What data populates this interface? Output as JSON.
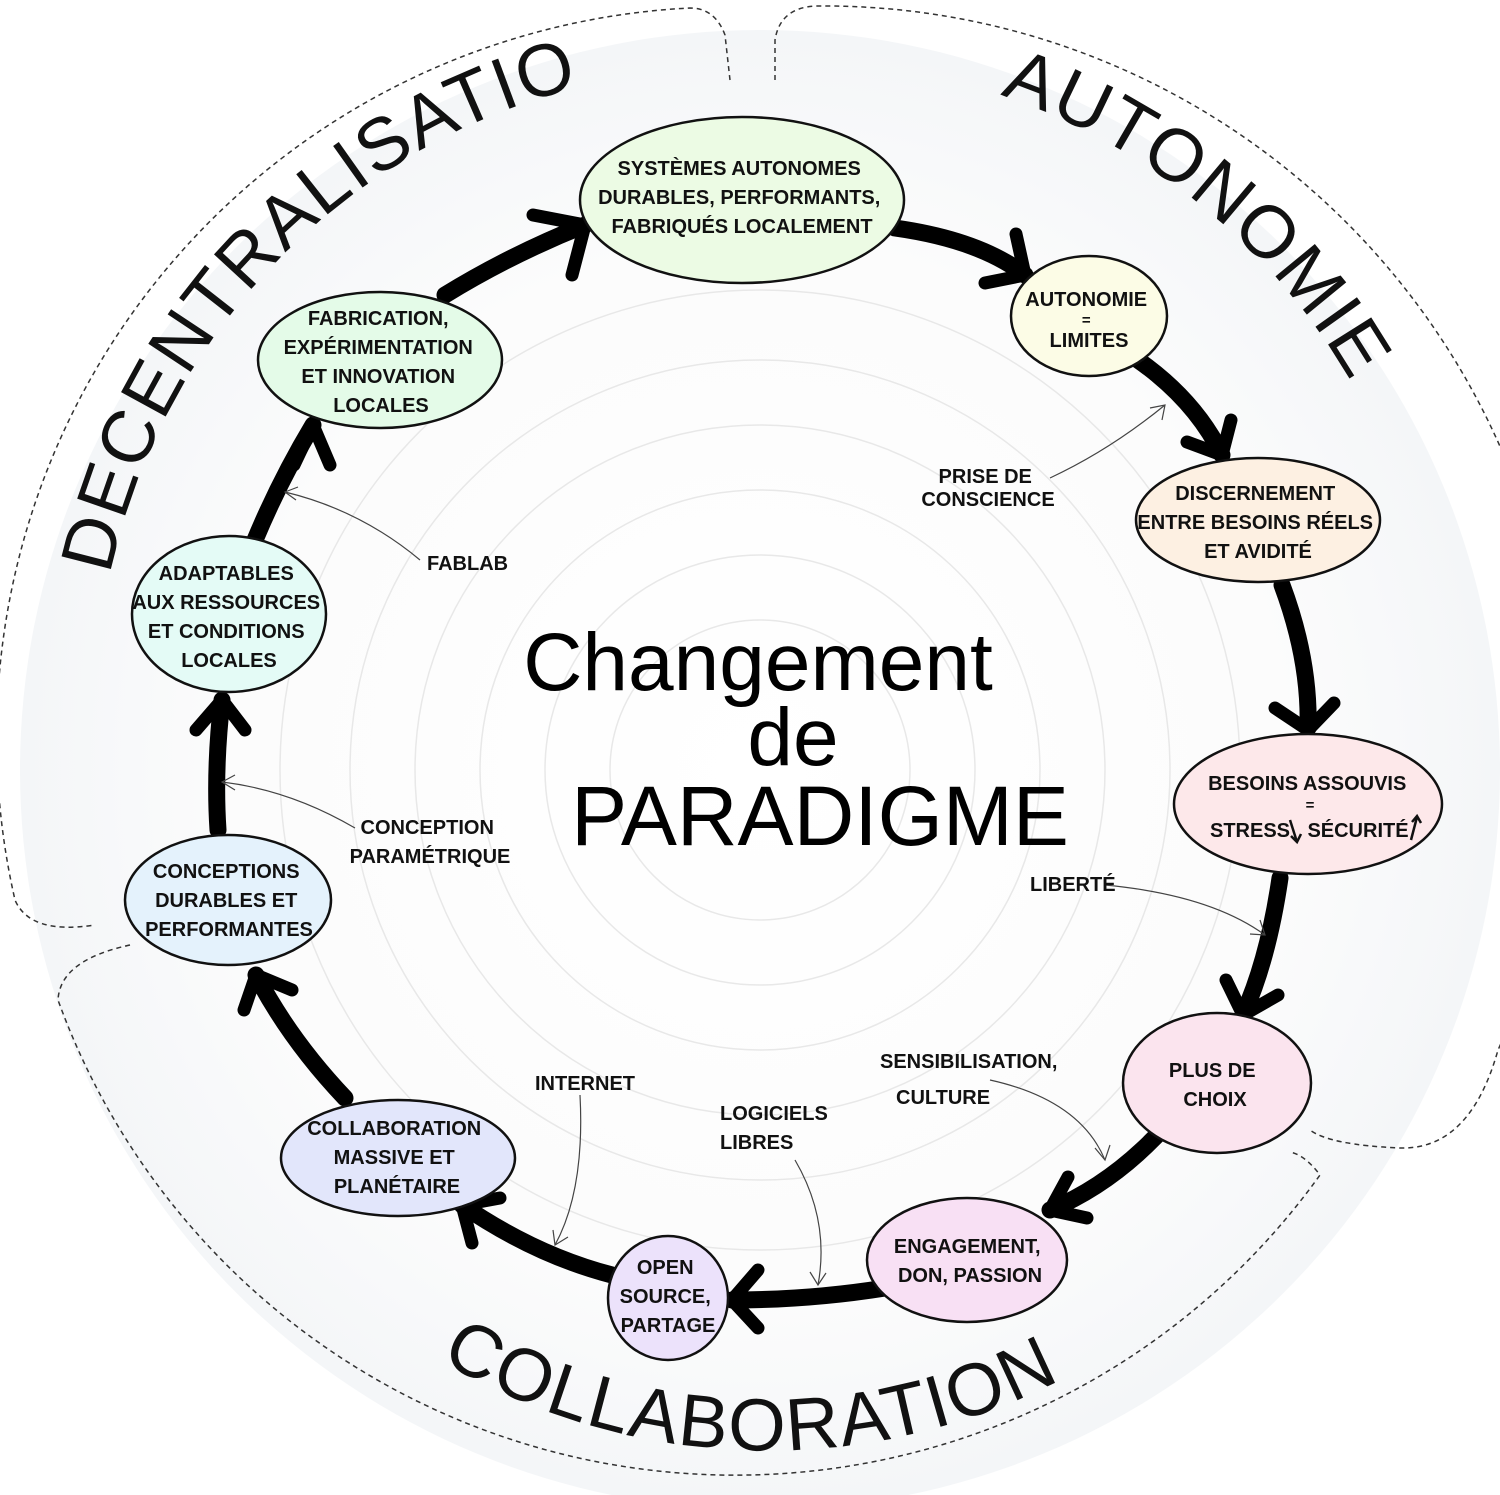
{
  "title": {
    "line1": "Changement",
    "line2": "de",
    "line3": "PARADIGME"
  },
  "sectors": {
    "decentralisation": "DECENTRALISATION",
    "autonomie": "AUTONOMIE",
    "collaboration": "COLLABORATION"
  },
  "nodes": {
    "systemes": [
      "SYSTÈMES AUTONOMES",
      "DURABLES, PERFORMANTS,",
      "FABRIQUÉS LOCALEMENT"
    ],
    "autonomie_limites": [
      "AUTONOMIE",
      "=",
      "LIMITES"
    ],
    "discernement": [
      "DISCERNEMENT",
      "ENTRE BESOINS RÉELS",
      "ET AVIDITÉ"
    ],
    "besoins_line1": "BESOINS ASSOUVIS",
    "besoins_line2": "=",
    "besoins_stress": "STRESS",
    "besoins_securite": "SÉCURITÉ",
    "choix": [
      "PLUS DE",
      "CHOIX"
    ],
    "engagement": [
      "ENGAGEMENT,",
      "DON, PASSION"
    ],
    "open_source": [
      "OPEN",
      "SOURCE,",
      "PARTAGE"
    ],
    "collaboration_massive": [
      "COLLABORATION",
      "MASSIVE ET",
      "PLANÉTAIRE"
    ],
    "conceptions": [
      "CONCEPTIONS",
      "DURABLES ET",
      "PERFORMANTES"
    ],
    "adaptables": [
      "ADAPTABLES",
      "AUX RESSOURCES",
      "ET CONDITIONS",
      "LOCALES"
    ],
    "fabrication": [
      "FABRICATION,",
      "EXPÉRIMENTATION",
      "ET INNOVATION",
      "LOCALES"
    ]
  },
  "annotations": {
    "prise_de_conscience": [
      "PRISE DE",
      "CONSCIENCE"
    ],
    "liberte": "LIBERTÉ",
    "sensibilisation": [
      "SENSIBILISATION,",
      "CULTURE"
    ],
    "logiciels_libres": [
      "LOGICIELS",
      "LIBRES"
    ],
    "internet": "INTERNET",
    "conception_parametrique": [
      "CONCEPTION",
      "PARAMÉTRIQUE"
    ],
    "fablab": "FABLAB"
  },
  "colors": {
    "systemes": "#ecfbe4",
    "autonomie_limites": "#fcfce6",
    "discernement": "#fdf0e2",
    "besoins": "#fde8ea",
    "choix": "#fbe4ee",
    "engagement": "#f8e0f4",
    "open_source": "#ece2fb",
    "collaboration_massive": "#e2e6fb",
    "conceptions": "#e4f2fc",
    "adaptables": "#e4fbf6",
    "fabrication": "#e4fbe8"
  }
}
